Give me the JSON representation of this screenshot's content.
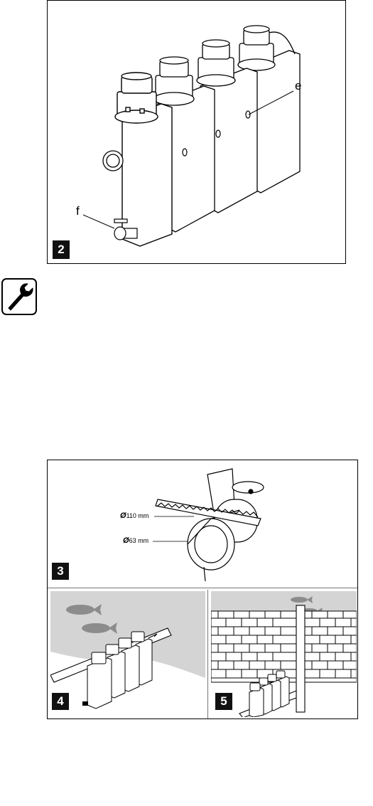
{
  "figure2": {
    "number": "2",
    "callout_e": "e",
    "callout_f": "f"
  },
  "tool_icon": {
    "icon": "wrench-icon"
  },
  "figure_set": {
    "fig3": {
      "number": "3",
      "dim_large_symbol": "Ø",
      "dim_large": "110 mm",
      "dim_small_symbol": "Ø",
      "dim_small": "63 mm"
    },
    "fig4": {
      "number": "4"
    },
    "fig5": {
      "number": "5"
    }
  }
}
